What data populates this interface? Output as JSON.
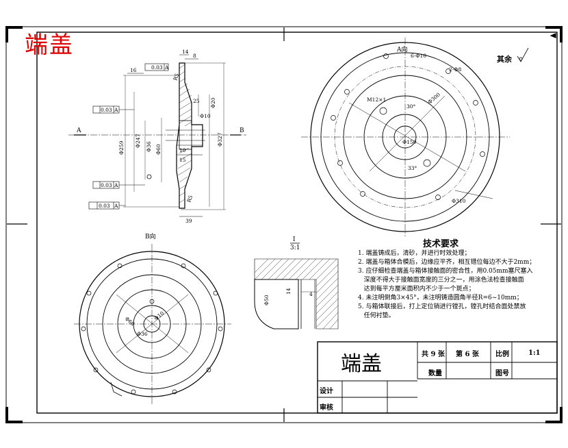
{
  "corner_title": "端盖",
  "views": {
    "view_a_label": "A向",
    "view_b_label": "B向",
    "detail_label_top": "I",
    "detail_label_bottom": "3:1",
    "section_a": "A",
    "section_b": "B"
  },
  "roughness_note": "其余",
  "dimensions": {
    "d14": "14",
    "d8": "8",
    "d16": "16",
    "tol1": "0.03",
    "tol2": "0.03",
    "tol3": "0.03",
    "tol4": "0.03",
    "ref_a": "A",
    "d25": "25",
    "r5": "R5",
    "d20": "Φ20",
    "d10": "Φ10",
    "d327": "Φ327",
    "d259": "Φ259",
    "d247": "Φ247",
    "d36": "Φ36",
    "d60": "Φ60",
    "n10": "10",
    "n15": "15",
    "d39": "39",
    "holes6": "6-Φ10",
    "holes2": "2-Φ8",
    "m12": "M12×1",
    "a30": "30°",
    "a33": "33°",
    "d300": "Φ300",
    "d310": "Φ310",
    "d150": "Φ150",
    "d10b": "Φ10",
    "d50": "Φ50",
    "d14b": "14",
    "d4": "4"
  },
  "tech_requirements": {
    "title": "技术要求",
    "items": [
      "1. 端盖铸成后，清砂，并进行时效处理；",
      "2. 端盖与箱体合模后，边缘应平齐，相互错位每边不大于2mm；",
      "3. 应仔细检查端盖与箱体接触面的密合性，用0.05mm塞尺塞入",
      "   深度不得大于接触面宽度的三分之一，用涂色法检查接触面",
      "   达到每平方厘米面积内不少于一个斑点；",
      "4. 未注明倒角3×45°，未注明铸造圆角半径R=6~10mm；",
      "5. 与箱体联接后，打上定位销进行镗孔，镗孔时结合面处禁放",
      "   任何衬垫。"
    ]
  },
  "title_block": {
    "name": "端盖",
    "total_sheets": "共 9 张",
    "sheet_no": "第 6 张",
    "scale_label": "比例",
    "scale_value": "1:1",
    "quantity_label": "数量",
    "drawing_no_label": "图号",
    "designer_label": "设计",
    "reviewer_label": "审核"
  }
}
